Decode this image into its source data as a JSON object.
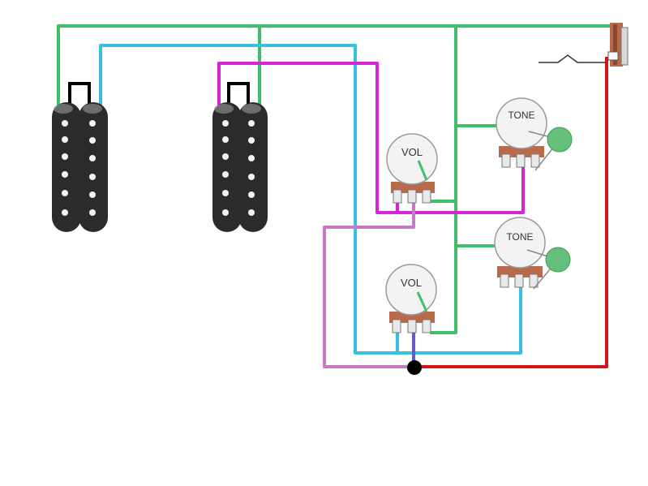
{
  "labels": {
    "vol_top": "VOL",
    "vol_bottom": "VOL",
    "tone_top": "TONE",
    "tone_bottom": "TONE"
  },
  "colors": {
    "green": "#3fbf6a",
    "cyan": "#38c0e0",
    "magenta": "#d624d6",
    "pink": "#c47ac6",
    "red": "#d01818",
    "purple": "#6a5ac8",
    "pickup": "#2b2b2b",
    "pot_base": "#b86a4a",
    "capacitor": "#64c07a"
  },
  "icons": {
    "pickup": "humbucker-pickup-icon",
    "pot": "potentiometer-icon",
    "jack": "output-jack-icon",
    "cap": "capacitor-icon"
  }
}
